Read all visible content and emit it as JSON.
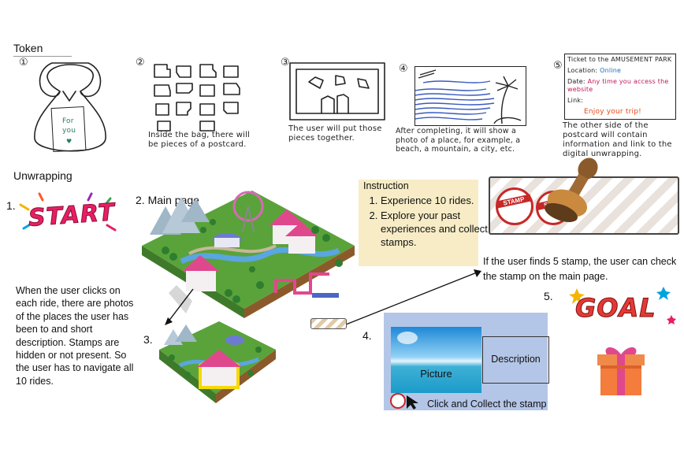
{
  "sections": {
    "token": "Token",
    "unwrapping": "Unwrapping"
  },
  "steps": {
    "s1": "①",
    "s2": "②",
    "s3": "③",
    "s4": "④",
    "s5": "⑤",
    "bag_tag_line1": "For",
    "bag_tag_line2": "you",
    "bag_tag_heart": "♥",
    "note2": "Inside the bag, there will be pieces of a postcard.",
    "note3": "The user will put those pieces together.",
    "note4": "After completing, it will show a photo of a place, for example, a beach, a mountain, a city, etc.",
    "note5": "The other side of the postcard will contain information and link to the digital unwrapping."
  },
  "ticket": {
    "title": "Ticket to the AMUSEMENT PARK",
    "location_label": "Location:",
    "location_value": "Online",
    "date_label": "Date:",
    "date_value": "Any time you access the website",
    "link_label": "Link:",
    "link_value": "Enjoy your trip!"
  },
  "flow": {
    "n1": "1.",
    "start_badge": "START",
    "n2": "2. Main page",
    "n3": "3.",
    "n4": "4.",
    "n5": "5.",
    "goal_badge": "GOAL",
    "desc_text": "When the user clicks on each ride, there are photos of the places the user has been to and short description. Stamps are hidden or not present. So the user has to navigate all 10 rides.",
    "stamp_note": "If the user finds 5 stamp, the user can check the stamp on the main page.",
    "stamp_word_1": "STAMP",
    "stamp_word_2": "STAM"
  },
  "instruction": {
    "title": "Instruction",
    "items": [
      "Experience 10 rides.",
      "Explore your past experiences and collect stamps."
    ]
  },
  "card": {
    "picture": "Picture",
    "description": "Description",
    "collect": "Click and Collect the stamp"
  },
  "colors": {
    "instruction_bg": "#f7ecc6",
    "card_bg": "#b4c6e7",
    "ticket_magenta": "#c2185b",
    "ticket_orange": "#e64a19",
    "ticket_blue": "#1e6bbf",
    "stamp_red": "#c62828"
  }
}
